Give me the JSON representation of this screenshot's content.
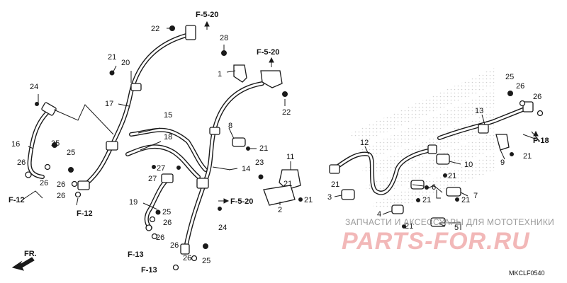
{
  "diagram": {
    "code": "MKCLF0540",
    "front_label": "FR.",
    "refs": {
      "f520_a": "F-5-20",
      "f520_b": "F-5-20",
      "f520_c": "F-5-20",
      "f12_a": "F-12",
      "f12_b": "F-12",
      "f13_a": "F-13",
      "f13_b": "F-13",
      "f18": "F-18"
    },
    "callouts": {
      "c1": "1",
      "c2": "2",
      "c3": "3",
      "c4": "4",
      "c5": "5",
      "c6": "6",
      "c7": "7",
      "c8": "8",
      "c9": "9",
      "c10": "10",
      "c11": "11",
      "c12": "12",
      "c13": "13",
      "c14": "14",
      "c15": "15",
      "c16": "16",
      "c17": "17",
      "c18": "18",
      "c19": "19",
      "c20": "20",
      "c21a": "21",
      "c21b": "21",
      "c21c": "21",
      "c21d": "21",
      "c21e": "21",
      "c21f": "21",
      "c21g": "21",
      "c21h": "21",
      "c21i": "21",
      "c21j": "21",
      "c22a": "22",
      "c22b": "22",
      "c23": "23",
      "c24a": "24",
      "c24b": "24",
      "c25a": "25",
      "c25b": "25",
      "c25c": "25",
      "c25d": "25",
      "c25e": "25",
      "c26a": "26",
      "c26b": "26",
      "c26c": "26",
      "c26d": "26",
      "c26e": "26",
      "c26f": "26",
      "c26g": "26",
      "c26h": "26",
      "c26i": "26",
      "c27a": "27",
      "c27b": "27",
      "c28": "28"
    }
  },
  "watermark": {
    "text": "ЗАПЧАСТИ И АКСЕССУАРЫ ДЛЯ МОТОТЕХНИКИ",
    "logo": "PARTS-FOR.RU"
  },
  "colors": {
    "line": "#1a1a1a",
    "watermark_text": "#9a9a9a",
    "watermark_logo": "#f2b8b8",
    "dots": "#cfcfcf"
  }
}
